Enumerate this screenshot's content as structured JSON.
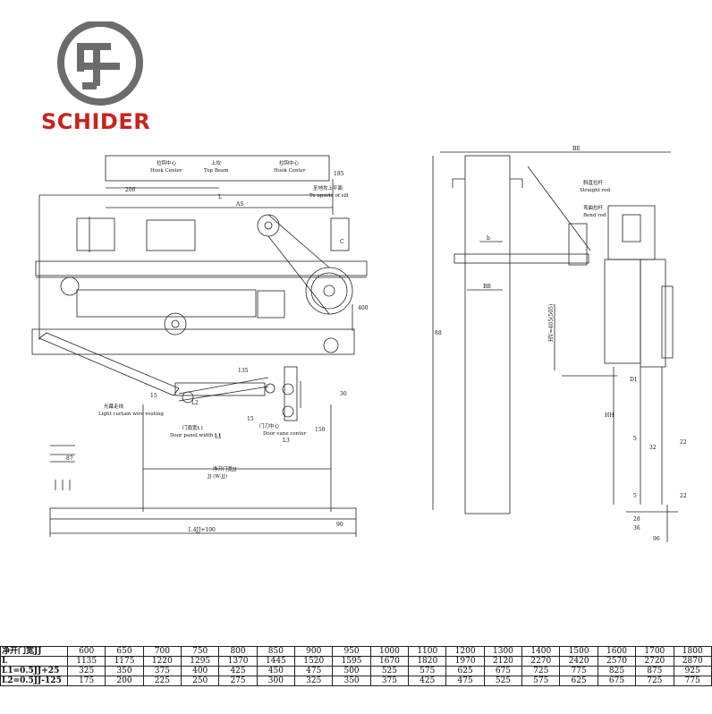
{
  "brand": {
    "name": "SCHIDER",
    "color": "#c8231f"
  },
  "labels": {
    "hook_center_cn": "拉钩中心",
    "hook_center": "Hook Center",
    "top_beam_cn": "上坎",
    "top_beam": "Top Beam",
    "hook_center2_cn": "拉钩中心",
    "hook_center2": "Hook Center",
    "sill_cn": "至地坎上平面",
    "sill": "To upside of sill",
    "light_curtain_cn": "光幕走线",
    "light_curtain": "Light curtain wire routing",
    "door_panel_cn": "门扇宽L1",
    "door_panel": "Door panel width L1",
    "door_vane_cn": "门刀中心",
    "door_vane": "Door vane center",
    "clear_width_cn": "净开门宽JJ",
    "clear_width": "JJ (W-JJ)",
    "straight_rod_cn": "斜直拉杆",
    "straight_rod": "Straight rod",
    "bend_rod_cn": "弯曲拉杆",
    "bend_rod": "Bend rod"
  },
  "dims": {
    "d200": "200",
    "L": "L",
    "AS": "AS",
    "d185": "185",
    "C": "C",
    "d400": "400",
    "d135": "135",
    "d15a": "15",
    "L2": "L2",
    "d15b": "15",
    "L1": "L1",
    "d150": "150",
    "L3": "L3",
    "d30": "30",
    "d87": "87",
    "d1jj": "1.4JJ+100",
    "d90": "90",
    "HV": "HV=405(505)",
    "BE": "BE",
    "b": "b",
    "BB": "BB",
    "d88": "88",
    "HH": "HH",
    "s5a": "5",
    "s32": "32",
    "s22a": "22",
    "s22b": "22",
    "s28": "28",
    "s36": "36",
    "s96": "96",
    "s5b": "5",
    "sd1": "D1"
  },
  "table": {
    "rows": [
      {
        "head": "净开门宽JJ",
        "cells": [
          "600",
          "650",
          "700",
          "750",
          "800",
          "850",
          "900",
          "950",
          "1000",
          "1100",
          "1200",
          "1300",
          "1400",
          "1500",
          "1600",
          "1700",
          "1800"
        ]
      },
      {
        "head": "L",
        "cells": [
          "1135",
          "1175",
          "1220",
          "1295",
          "1370",
          "1445",
          "1520",
          "1595",
          "1670",
          "1820",
          "1970",
          "2120",
          "2270",
          "2420",
          "2570",
          "2720",
          "2870"
        ]
      },
      {
        "head": "L1=0.5JJ+25",
        "cells": [
          "325",
          "350",
          "375",
          "400",
          "425",
          "450",
          "475",
          "500",
          "525",
          "575",
          "625",
          "675",
          "725",
          "775",
          "825",
          "875",
          "925"
        ]
      },
      {
        "head": "L2=0.5JJ-125",
        "cells": [
          "175",
          "200",
          "225",
          "250",
          "275",
          "300",
          "325",
          "350",
          "375",
          "425",
          "475",
          "525",
          "575",
          "625",
          "675",
          "725",
          "775"
        ]
      }
    ]
  }
}
